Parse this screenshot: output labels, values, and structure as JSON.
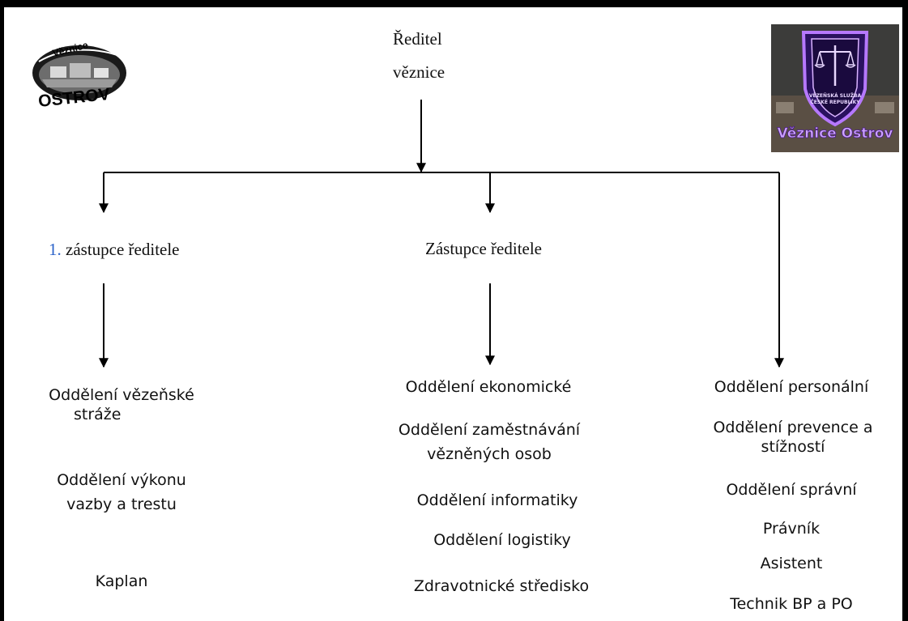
{
  "logos": {
    "left": {
      "top_word": "Věznice",
      "bottom_word": "OSTROV"
    },
    "right": {
      "badge_line1": "VĚZEŇSKÁ SLUŽBA",
      "badge_line2": "ČESKÉ REPUBLIKY",
      "caption": "Věznice Ostrov"
    }
  },
  "root": {
    "line1": "Ředitel",
    "line2": "věznice"
  },
  "deputies": {
    "first": {
      "number": "1.",
      "label": "zástupce ředitele"
    },
    "second": {
      "label": "Zástupce ředitele"
    }
  },
  "column_left": {
    "item1_line1": "Oddělení vězeňské",
    "item1_line2": "stráže",
    "item2_line1": "Oddělení výkonu",
    "item2_line2": "vazby a trestu",
    "item3": "Kaplan"
  },
  "column_middle": {
    "item1": "Oddělení ekonomické",
    "item2_line1": "Oddělení zaměstnávání",
    "item2_line2": "vězněných osob",
    "item3": "Oddělení informatiky",
    "item4": "Oddělení logistiky",
    "item5": "Zdravotnické středisko"
  },
  "column_right": {
    "item1": "Oddělení personální",
    "item2_line1": "Oddělení prevence a",
    "item2_line2": "stížností",
    "item3": "Oddělení správní",
    "item4": "Právník",
    "item5": "Asistent",
    "item6": "Technik BP a PO"
  }
}
